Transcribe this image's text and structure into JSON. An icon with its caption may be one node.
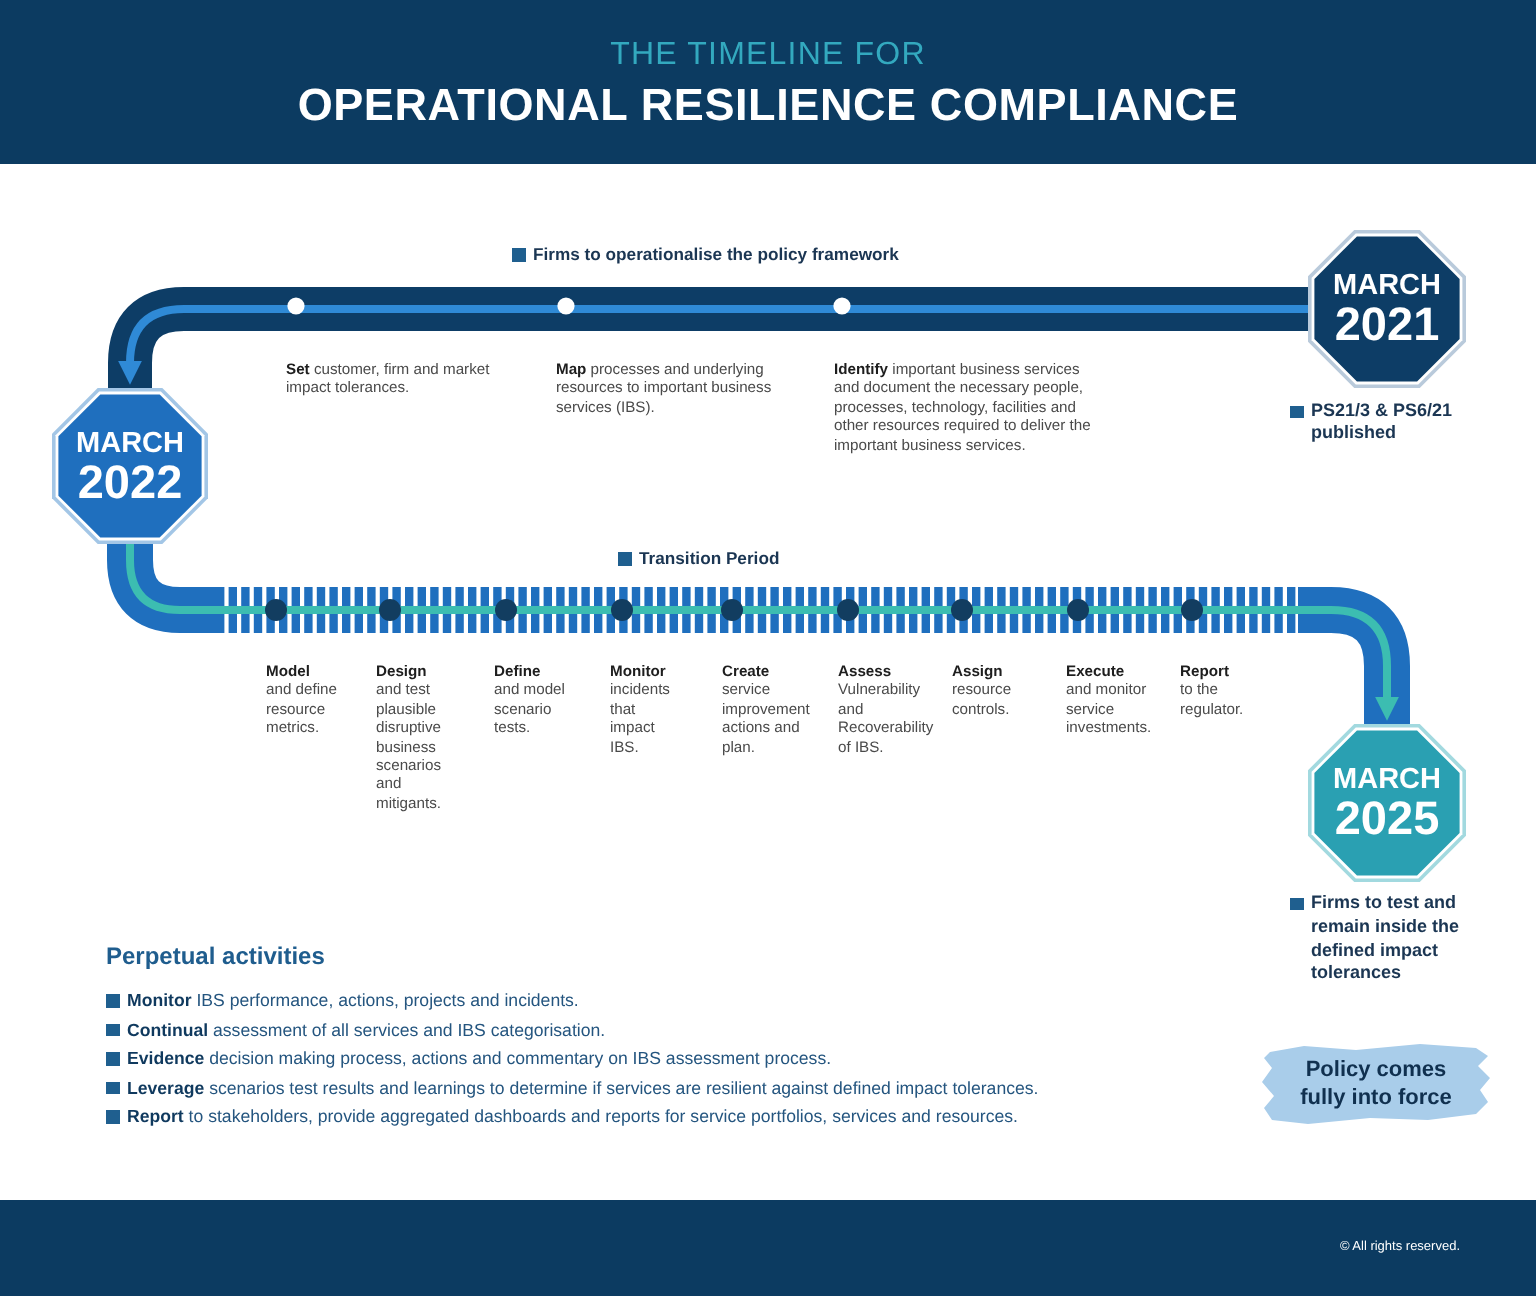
{
  "diagram": {
    "title": "OPERATIONAL RESILIENCE COMPLIANCE",
    "nodes": [
      {
        "text": [
          "MARCH",
          "2021"
        ],
        "beside": [
          "PS21/3 & PS6/21 published"
        ]
      },
      {
        "text": [
          "MARCH",
          "2022"
        ]
      },
      {
        "text": [
          "MARCH",
          "2025"
        ],
        "beside": [
          "Firms to test and remain inside the defined impact tolerances"
        ]
      },
      {
        "text": [
          "Policy comes fully into force"
        ]
      }
    ],
    "edges": [
      {
        "from": 0,
        "to": 1,
        "arrow": "to",
        "label": "Firms to operationalise the policy framework",
        "color": "#0d3d66"
      },
      {
        "from": 1,
        "to": 2,
        "arrow": "to",
        "label": "Transition Period",
        "color": "#1f6fbe"
      }
    ],
    "labels": [
      "THE TIMELINE FOR",
      "**Set** customer, firm and market impact tolerances.",
      "**Map** processes and underlying resources to important business services (IBS).",
      "**Identify** important business services and document the necessary people, processes, technology, facilities and other resources required to deliver the important business services.",
      "**Model** and define resource metrics.",
      "**Design** and test plausible disruptive business scenarios and mitigants.",
      "**Define** and model scenario tests.",
      "**Monitor** incidents that impact IBS.",
      "**Create** service improvement actions and plan.",
      "**Assess** Vulnerability and Recoverability of IBS.",
      "**Assign** resource controls.",
      "**Execute** and monitor service investments.",
      "**Report** to the regulator.",
      "Perpetual activities",
      "**Monitor** IBS performance, actions, projects and incidents.",
      "**Continual** assessment of all services and IBS categorisation.",
      "**Evidence** decision making process, actions and commentary on IBS assessment process.",
      "**Leverage** scenarios test results and learnings to determine if services are resilient against defined impact tolerances.",
      "**Report** to stakeholders, provide aggregated dashboards and reports for service portfolios, services and resources.",
      "© All rights reserved."
    ]
  }
}
